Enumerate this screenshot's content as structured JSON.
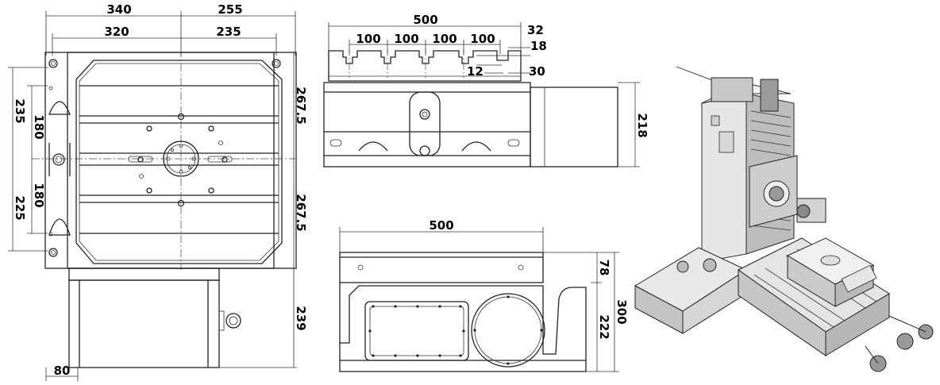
{
  "top_view": {
    "dims_top": [
      "340",
      "255",
      "320",
      "235"
    ],
    "dims_left": [
      "235",
      "180",
      "180",
      "225"
    ],
    "dims_right": [
      "267.5",
      "267.5",
      "239"
    ],
    "dim_bottom": "80"
  },
  "front_view": {
    "dim_width": "500",
    "dims_slots": [
      "100",
      "100",
      "100",
      "100"
    ],
    "dims_slot_detail": [
      "32",
      "18",
      "12",
      "30"
    ],
    "dim_height": "218"
  },
  "side_view": {
    "dim_width": "500",
    "dims_heights": [
      "78",
      "222",
      "300"
    ]
  }
}
